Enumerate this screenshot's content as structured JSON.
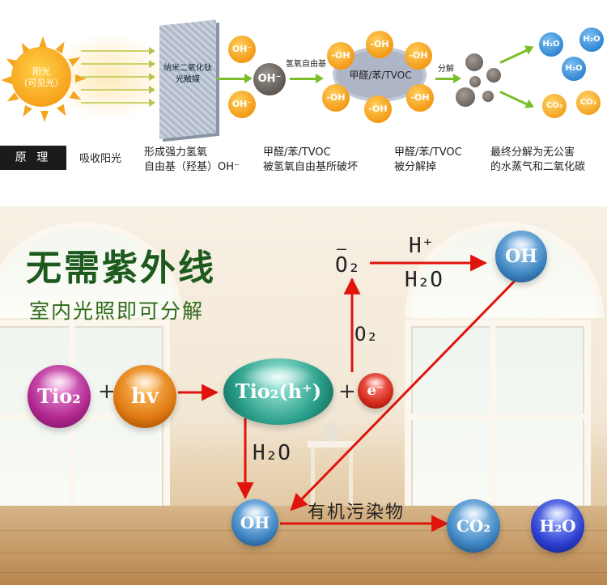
{
  "principle": {
    "row_label": "原 理",
    "sun_text_1": "阳光",
    "sun_text_2": "（可见光）",
    "panel_label_1": "纳米二氧化钛",
    "panel_label_2": "光触媒",
    "oh_small": "OH⁻",
    "oh_grey": "OH⁻",
    "radical_label": "氢氧自由基",
    "cloud_text": "甲醛/苯/TVOC",
    "oh_ring": "-OH",
    "decompose_label": "分解",
    "h2o": "H₂O",
    "co2": "CO₂",
    "captions": [
      "吸收阳光",
      "形成强力氢氧",
      "自由基（羟基）OH⁻",
      "甲醛/苯/TVOC",
      "被氢氧自由基所破坏",
      "甲醛/苯/TVOC",
      "被分解掉",
      "最终分解为无公害",
      "的水蒸气和二氧化碳"
    ]
  },
  "scene": {
    "headline": "无需紫外线",
    "subline": "室内光照即可分解",
    "tio2": "Tio₂",
    "hv": "hv",
    "tio2_h": "Tio₂(h⁺)",
    "e_minus": "e⁻",
    "o2_minus": "O₂",
    "o2_minus_bar": "–",
    "h_plus": "H⁺",
    "h2o_top": "H₂O",
    "o2": "O₂",
    "h2o_mid": "H₂O",
    "oh_top": "OH",
    "oh_bottom": "OH",
    "organic": "有机污染物",
    "co2": "CO₂",
    "h2o_out": "H₂O",
    "plus": "+"
  }
}
